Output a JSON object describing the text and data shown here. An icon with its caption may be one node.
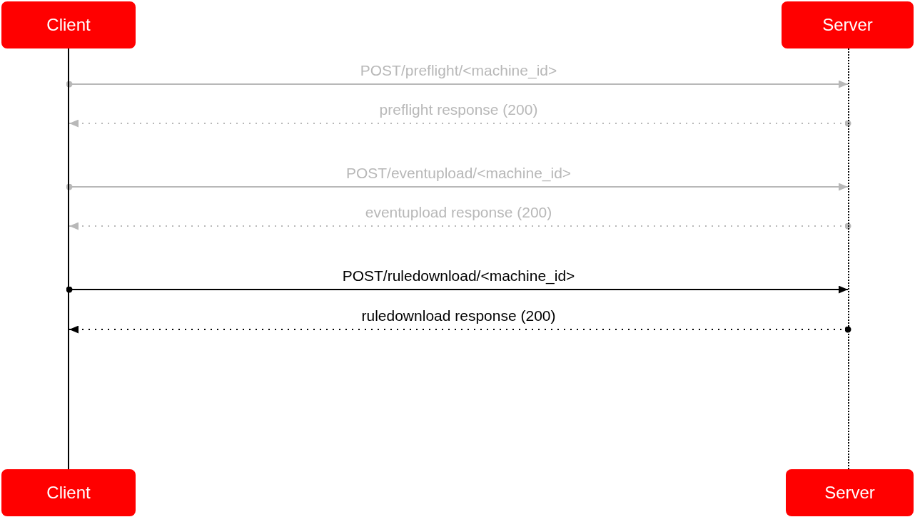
{
  "diagram": {
    "nodes": [
      {
        "text": [
          "Client"
        ]
      },
      {
        "text": [
          "Server"
        ]
      },
      {
        "text": [],
        "shape": "bar"
      },
      {
        "text": [],
        "shape": "bar"
      },
      {
        "text": [
          "Client"
        ]
      },
      {
        "text": [
          "Server"
        ]
      }
    ],
    "edges": [
      {
        "from": 2,
        "to": 3,
        "arrow": "to",
        "label": "POST/preflight/<machine_id>"
      },
      {
        "from": 3,
        "to": 2,
        "arrow": "to",
        "label": "preflight response (200)",
        "style": "dashed"
      },
      {
        "from": 2,
        "to": 3,
        "arrow": "to",
        "label": "POST/eventupload/<machine_id>"
      },
      {
        "from": 3,
        "to": 2,
        "arrow": "to",
        "label": "eventupload response (200)",
        "style": "dashed"
      },
      {
        "from": 2,
        "to": 3,
        "arrow": "to",
        "label": "POST/ruledownload/<machine_id>",
        "color": "#000000"
      },
      {
        "from": 3,
        "to": 2,
        "arrow": "to",
        "label": "ruledownload response (200)",
        "style": "dashed",
        "color": "#000000"
      }
    ]
  }
}
